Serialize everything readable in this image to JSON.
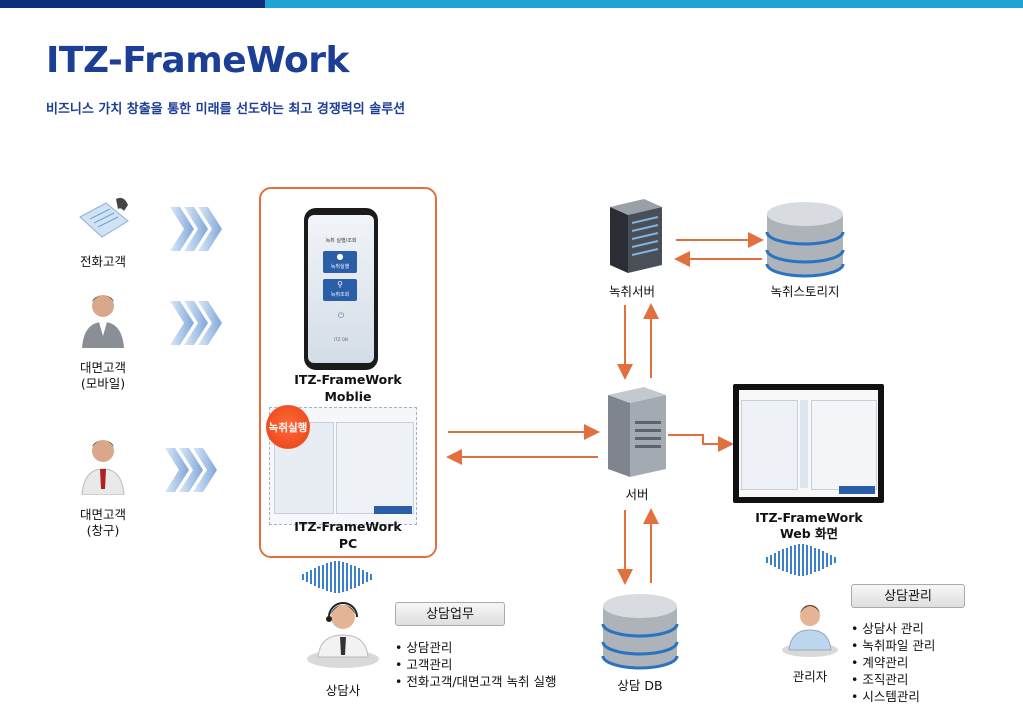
{
  "header": {
    "title": "ITZ-FrameWork",
    "subtitle": "비즈니스 가치 창출을 통한 미래를 선도하는 최고 경쟁력의 솔루션"
  },
  "colors": {
    "brand_navy": "#1c3f95",
    "accent_cyan": "#1fa4d6",
    "arrow_orange": "#e0703e",
    "chevron_blue": "#8fb4e3",
    "wave_blue": "#3a7fd0"
  },
  "customers": {
    "phone": "전화고객",
    "mobile_line1": "대면고객",
    "mobile_line2": "(모바일)",
    "window_line1": "대면고객",
    "window_line2": "(창구)"
  },
  "app": {
    "mobile_line1": "ITZ-FrameWork",
    "mobile_line2": "Moblie",
    "pc_line1": "ITZ-FrameWork",
    "pc_line2": "PC",
    "record_badge": "녹취실행",
    "phone_screen_title": "녹취 실행/조회",
    "phone_btn_record": "녹취실행",
    "phone_btn_search": "녹취조회",
    "phone_brand": "ITZ ON"
  },
  "nodes": {
    "record_server": "녹취서버",
    "record_storage": "녹취스토리지",
    "server": "서버",
    "db": "상담 DB",
    "web_line1": "ITZ-FrameWork",
    "web_line2": "Web 화면"
  },
  "counselor": {
    "label": "상담사",
    "box_title": "상담업무",
    "items": [
      "• 상담관리",
      "• 고객관리",
      "• 전화고객/대면고객 녹취 실행"
    ]
  },
  "admin": {
    "label": "관리자",
    "box_title": "상담관리",
    "items": [
      "• 상담사 관리",
      "• 녹취파일 관리",
      "• 계약관리",
      "• 조직관리",
      "• 시스템관리"
    ]
  }
}
